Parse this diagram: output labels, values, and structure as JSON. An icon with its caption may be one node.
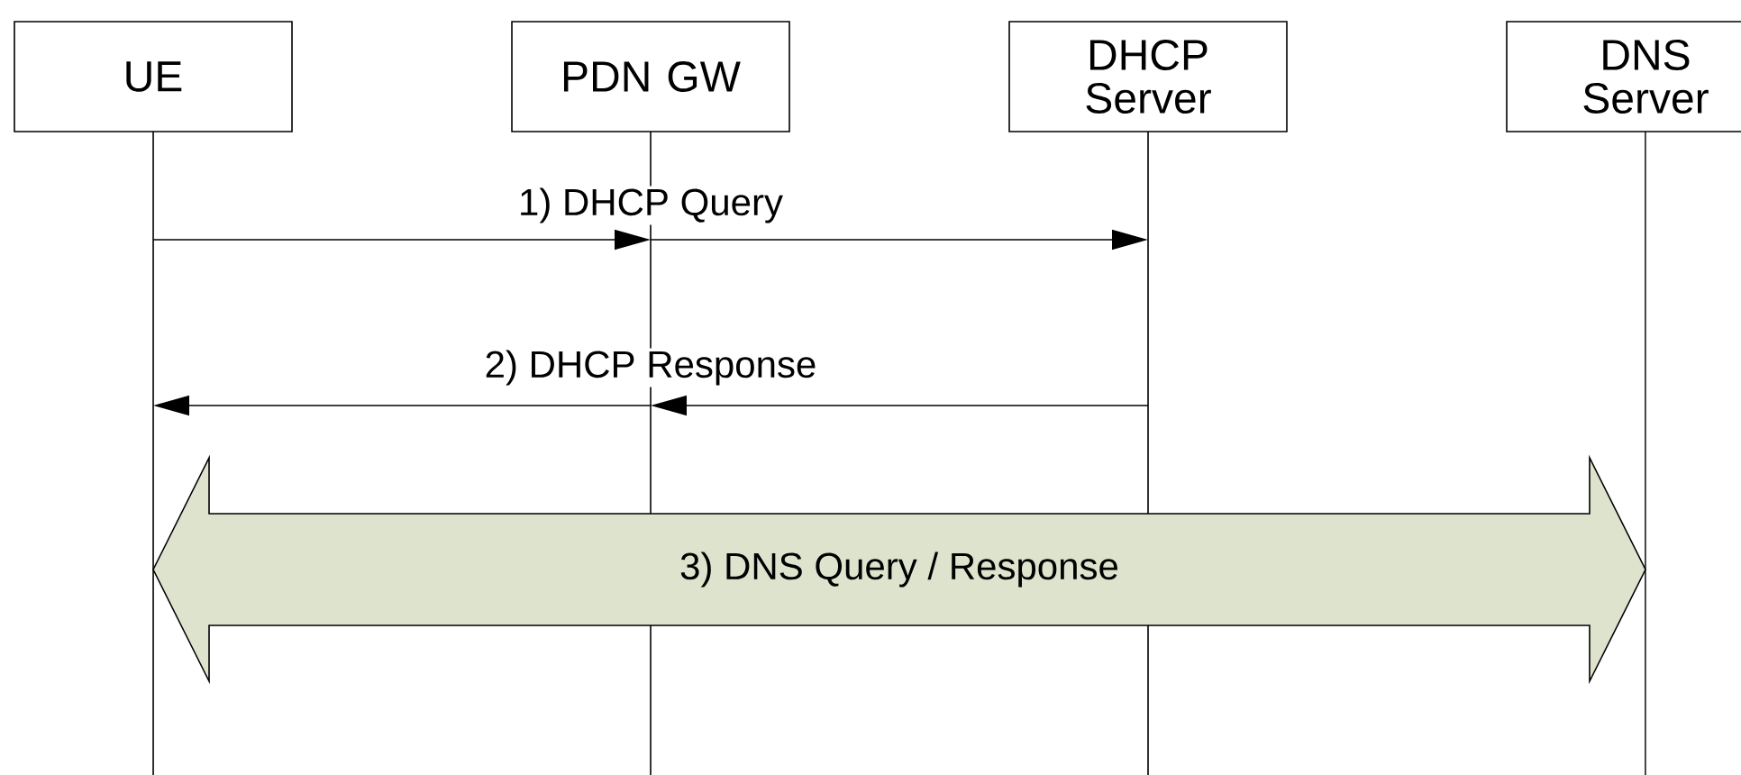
{
  "diagram": {
    "nodes": [
      {
        "text": [
          "UE"
        ]
      },
      {
        "text": [
          "PDN GW"
        ]
      },
      {
        "text": [
          "DHCP Server"
        ]
      },
      {
        "text": [
          "DNS Server"
        ]
      }
    ],
    "edges": [
      {
        "from": 0,
        "to": 1,
        "arrow": "to",
        "label": "1) DHCP Query"
      },
      {
        "from": 1,
        "to": 2,
        "arrow": "to"
      },
      {
        "from": 2,
        "to": 1,
        "arrow": "to",
        "label": "2) DHCP Response"
      },
      {
        "from": 1,
        "to": 0,
        "arrow": "to"
      },
      {
        "from": 0,
        "to": 3,
        "arrow": "both",
        "label": "3) DNS Query / Response",
        "style": "thick",
        "color": "#dee3cd"
      }
    ]
  }
}
